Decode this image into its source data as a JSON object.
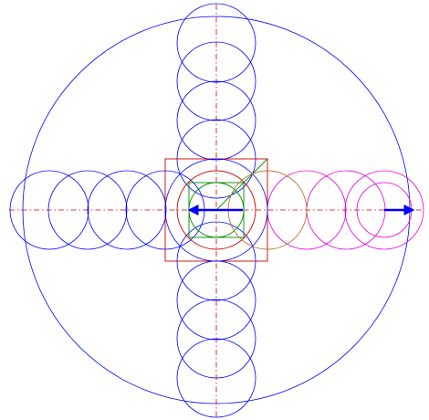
{
  "colors": {
    "background": "#ffffff",
    "blue": "#0000ff",
    "axis": "#cc0000",
    "red": "#cc0000",
    "green": "#008800",
    "orange": "#b87333",
    "magenta": "#e000e0",
    "arrow": "#0000ff"
  },
  "diagram": {
    "outer_circle": {
      "color": "blue"
    },
    "axes": {
      "style": "dash-dot",
      "color": "axis"
    },
    "vertical_column": {
      "color": "blue",
      "circles_above_center": 4,
      "circles_below_center": 4
    },
    "left_row": {
      "color": "blue",
      "circles": 4
    },
    "right_row": {
      "color": "magenta",
      "circles": 4
    },
    "center_group": {
      "red_square": true,
      "red_circle": true,
      "green_square": true,
      "green_circle": true,
      "blue_center_circle": true,
      "orange_circle_right": true,
      "diagonal_to_red_corner": true,
      "small_magenta_circle_right": true
    },
    "arrows": [
      {
        "name": "center-arrow",
        "direction": "left",
        "color": "arrow"
      },
      {
        "name": "right-arrow",
        "direction": "right",
        "color": "arrow"
      }
    ]
  }
}
